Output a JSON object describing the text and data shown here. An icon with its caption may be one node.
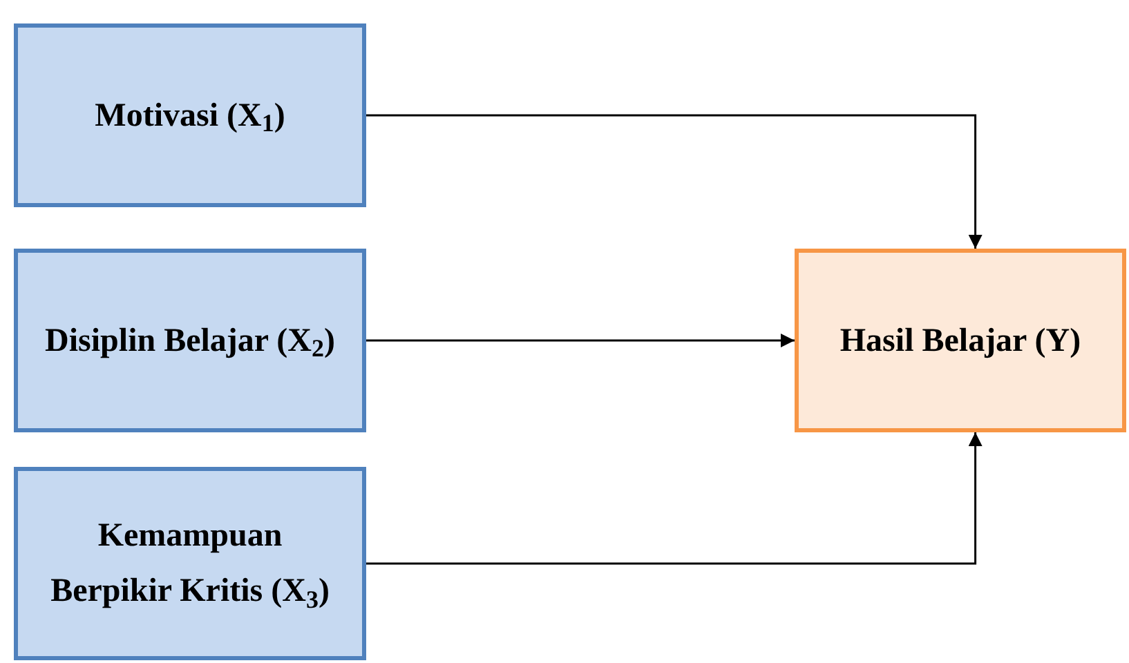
{
  "diagram": {
    "nodes": [
      {
        "text": [
          "Motivasi (X$_{1}$)"
        ]
      },
      {
        "text": [
          "Disiplin Belajar (X$_{2}$)"
        ]
      },
      {
        "text": [
          "Kemampuan Berpikir Kritis (X$_{3}$)"
        ]
      },
      {
        "text": [
          "Hasil Belajar (Y)"
        ]
      }
    ],
    "edges": [
      {
        "from": 0,
        "to": 3,
        "arrow": "to"
      },
      {
        "from": 1,
        "to": 3,
        "arrow": "to"
      },
      {
        "from": 2,
        "to": 3,
        "arrow": "to"
      }
    ]
  }
}
